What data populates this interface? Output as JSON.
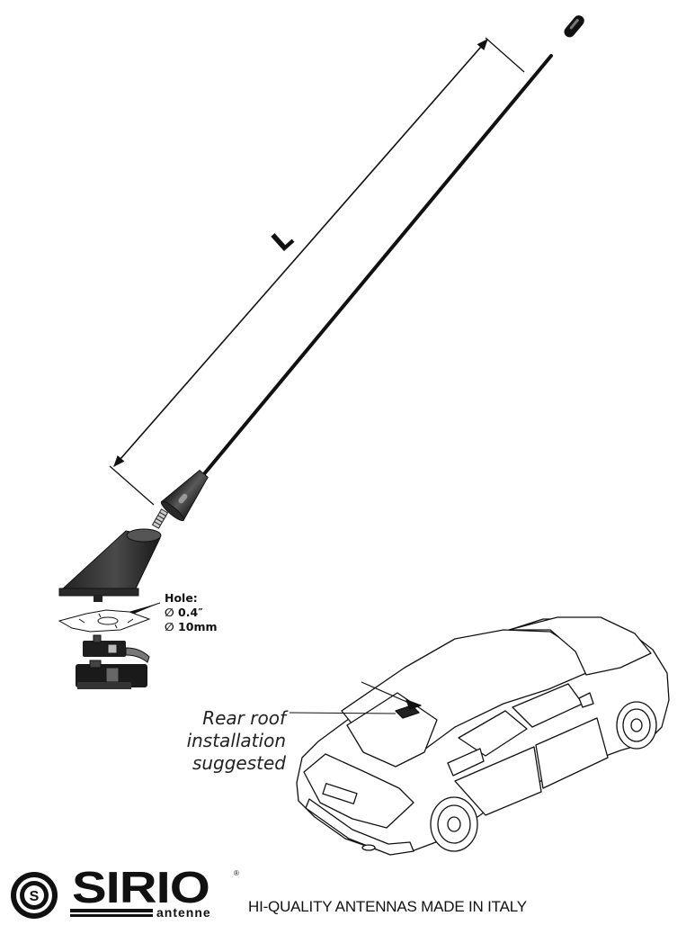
{
  "diagram": {
    "length_label": "L",
    "hole": {
      "title": "Hole:",
      "imperial": "∅ 0.4″",
      "metric": "∅ 10mm"
    },
    "installation_note": [
      "Rear roof",
      "installation",
      "suggested"
    ]
  },
  "footer": {
    "brand_name": "SIRIO",
    "brand_sub": "antenne",
    "registered_mark": "®",
    "tagline": "HI-QUALITY ANTENNAS MADE IN ITALY"
  },
  "icons": [
    "antenna-whip-icon",
    "antenna-base-icon",
    "mounting-hardware-icon",
    "car-icon",
    "sirio-logo-icon"
  ],
  "colors": {
    "ink": "#111111",
    "background": "#ffffff",
    "base_fill": "#3a3a3a"
  }
}
